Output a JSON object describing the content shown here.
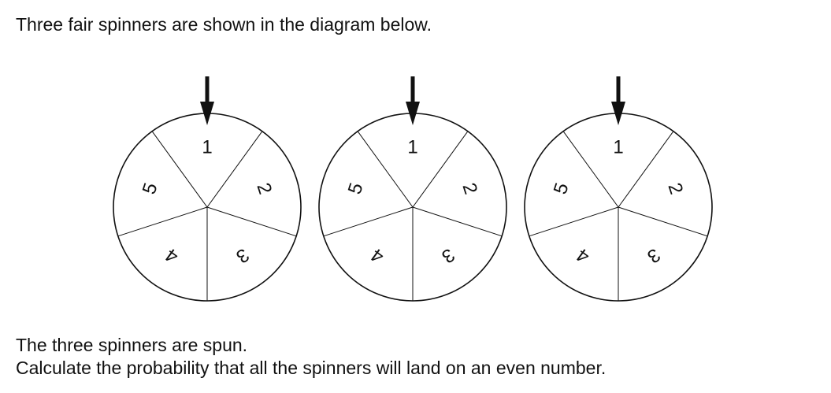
{
  "intro_text": "Three fair spinners are shown in the diagram below.",
  "spinners": [
    {
      "labels": [
        "1",
        "2",
        "3",
        "4",
        "5"
      ]
    },
    {
      "labels": [
        "1",
        "2",
        "3",
        "4",
        "5"
      ]
    },
    {
      "labels": [
        "1",
        "2",
        "3",
        "4",
        "5"
      ]
    }
  ],
  "question": {
    "line1": "The three spinners are spun.",
    "line2": "Calculate the probability that all the spinners will land on an even number."
  }
}
